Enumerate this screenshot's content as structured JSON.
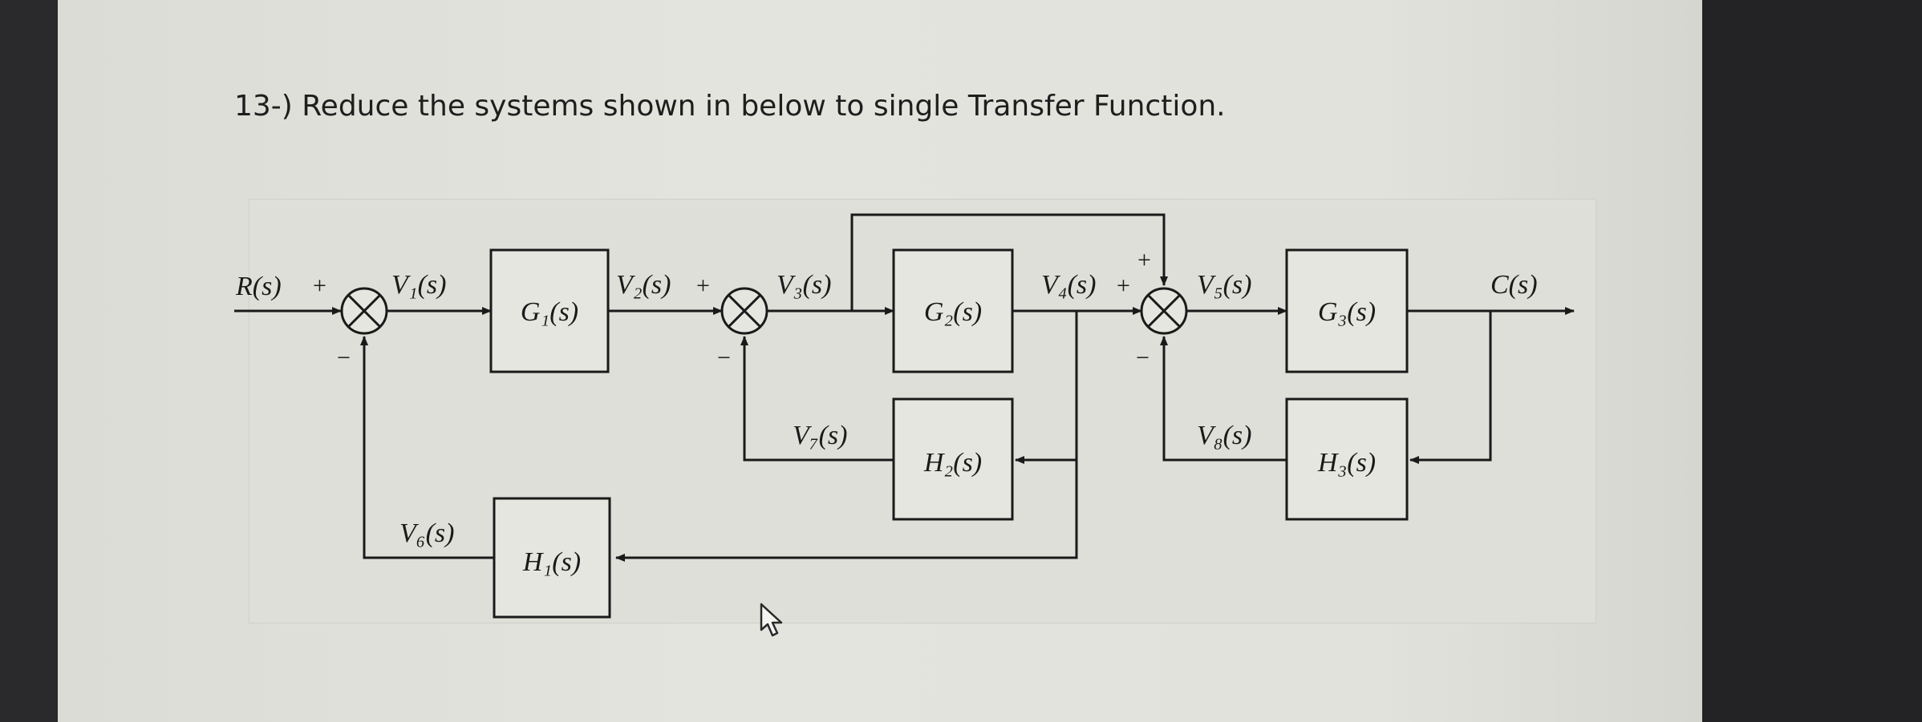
{
  "question": "13-) Reduce the systems shown in below to single Transfer Function.",
  "diagram": {
    "input": "R(s)",
    "output": "C(s)",
    "signals": {
      "v1": "V₁(s)",
      "v2": "V₂(s)",
      "v3": "V₃(s)",
      "v4": "V₄(s)",
      "v5": "V₅(s)",
      "v6": "V₆(s)",
      "v7": "V₇(s)",
      "v8": "V₈(s)"
    },
    "blocks": {
      "g1": "G₁(s)",
      "g2": "G₂(s)",
      "g3": "G₃(s)",
      "h1": "H₁(s)",
      "h2": "H₂(s)",
      "h3": "H₃(s)"
    },
    "signs": {
      "s1_in": "+",
      "s1_fb": "−",
      "s2_in": "+",
      "s2_fb": "−",
      "s3_in": "+",
      "s3_ff": "+",
      "s3_fb": "−"
    }
  }
}
